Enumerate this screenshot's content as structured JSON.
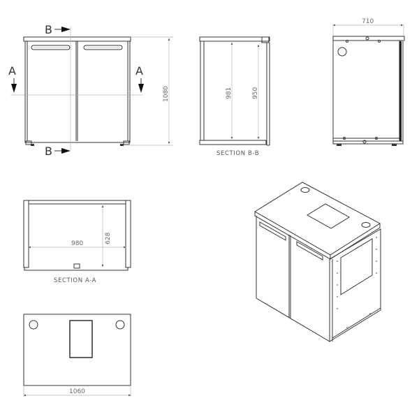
{
  "drawing": {
    "front_view": {
      "cut_marks": {
        "b_top": "B",
        "b_bottom": "B",
        "a_left": "A",
        "a_right": "A"
      },
      "height_dim": "1080"
    },
    "section_b_b": {
      "label": "SECTION B-B",
      "dim_inner_left": "981",
      "dim_inner_right": "950"
    },
    "side_view": {
      "depth_dim": "710"
    },
    "section_a_a": {
      "label": "SECTION A-A",
      "width_dim": "980",
      "depth_dim": "628"
    },
    "top_view": {
      "width_dim": "1060"
    },
    "isometric_view": {}
  }
}
